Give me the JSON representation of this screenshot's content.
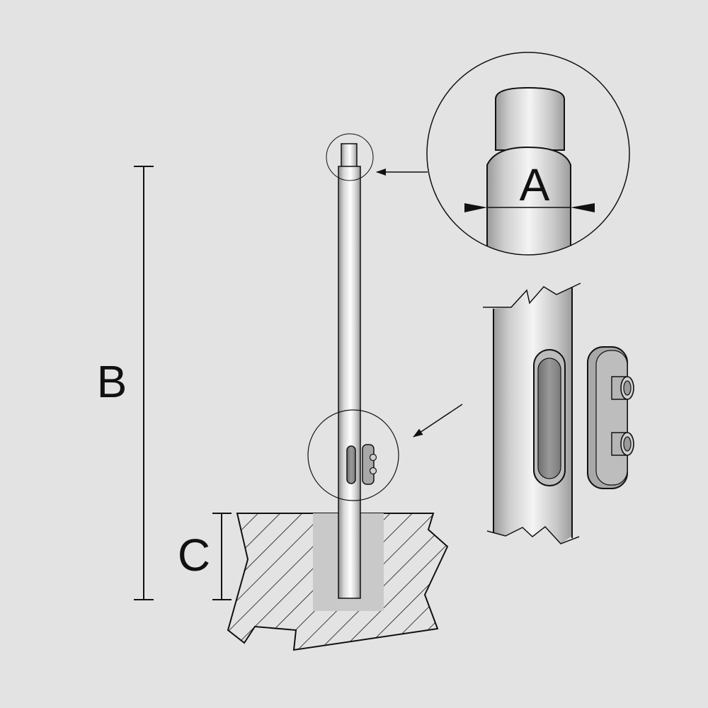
{
  "labels": {
    "a": "A",
    "b": "B",
    "c": "C"
  },
  "colors": {
    "background": "#e3e3e3",
    "line": "#111111",
    "pole_light": "#ffffff",
    "pole_mid": "#cfcfcf",
    "pole_dark": "#9a9a9a",
    "foundation": "#c9c9c9",
    "bracket": "#a8a8a8"
  }
}
